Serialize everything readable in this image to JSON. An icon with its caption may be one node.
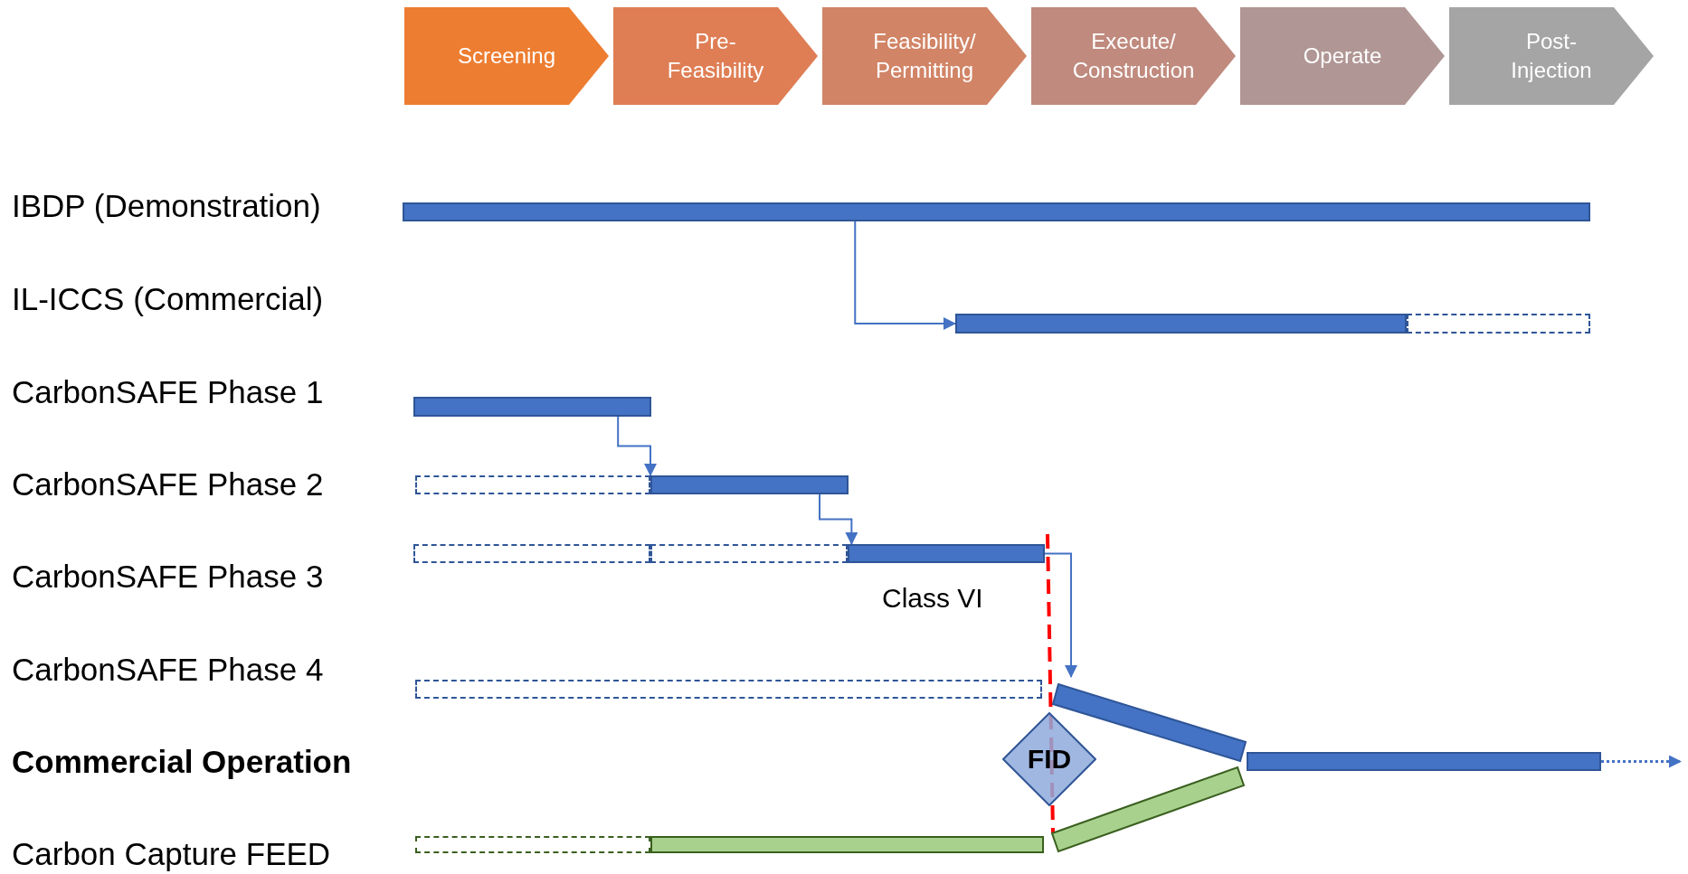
{
  "diagram": {
    "nodes": [
      {
        "text": [
          "Screening"
        ]
      },
      {
        "text": [
          "Pre- Feasibility"
        ]
      },
      {
        "text": [
          "Feasibility/ Permitting"
        ]
      },
      {
        "text": [
          "Execute/ Construction"
        ]
      },
      {
        "text": [
          "Operate"
        ]
      },
      {
        "text": [
          "Post- Injection"
        ]
      },
      {
        "text": [],
        "shape": "bar"
      },
      {
        "text": [],
        "shape": "bar"
      },
      {
        "text": [],
        "shape": "bar"
      },
      {
        "text": [],
        "shape": "bar"
      },
      {
        "text": [],
        "shape": "bar"
      },
      {
        "text": [],
        "shape": "bar"
      },
      {
        "text": [],
        "shape": "bar"
      },
      {
        "text": [],
        "shape": "bar"
      },
      {
        "text": [],
        "shape": "bar"
      },
      {
        "text": [],
        "shape": "bar"
      },
      {
        "text": [],
        "shape": "bar"
      },
      {
        "text": [
          "FID"
        ]
      },
      {
        "text": [],
        "shape": "bar"
      },
      {
        "text": [],
        "shape": "bar"
      },
      {
        "text": [],
        "shape": "bar"
      },
      {
        "text": [],
        "shape": "bar"
      }
    ],
    "edges": [
      {
        "from": 6,
        "to": 7,
        "arrow": "to"
      },
      {
        "from": 9,
        "to": 11,
        "arrow": "to"
      },
      {
        "from": 11,
        "to": 14,
        "arrow": "to"
      },
      {
        "from": 14,
        "to": 16,
        "arrow": "to"
      },
      {
        "from": 18,
        "to": null,
        "arrow": "to",
        "style": "dashed"
      }
    ],
    "labels": [
      "IBDP (Demonstration)",
      "IL-ICCS (Commercial)",
      "CarbonSAFE Phase 1",
      "CarbonSAFE Phase 2",
      "CarbonSAFE Phase 3",
      "CarbonSAFE Phase 4",
      "Commercial Operation",
      "Carbon Capture FEED",
      "Class VI"
    ]
  }
}
